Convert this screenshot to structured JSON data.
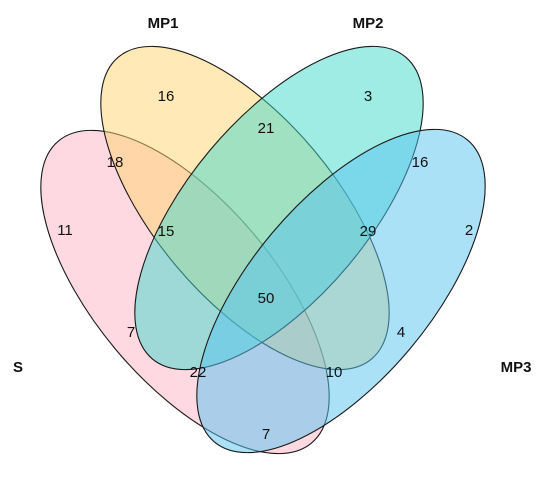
{
  "diagram": {
    "type": "venn",
    "sets": [
      {
        "id": "S",
        "label": "S",
        "color": "#FFB3C6"
      },
      {
        "id": "MP1",
        "label": "MP1",
        "color": "#FFD36E"
      },
      {
        "id": "MP2",
        "label": "MP2",
        "color": "#3FD9CB"
      },
      {
        "id": "MP3",
        "label": "MP3",
        "color": "#55C4F0"
      }
    ],
    "regions": [
      {
        "sets": [
          "MP1"
        ],
        "count": "16"
      },
      {
        "sets": [
          "MP2"
        ],
        "count": "3"
      },
      {
        "sets": [
          "S"
        ],
        "count": "11"
      },
      {
        "sets": [
          "MP3"
        ],
        "count": "2"
      },
      {
        "sets": [
          "S",
          "MP1"
        ],
        "count": "18"
      },
      {
        "sets": [
          "MP1",
          "MP2"
        ],
        "count": "21"
      },
      {
        "sets": [
          "MP2",
          "MP3"
        ],
        "count": "16"
      },
      {
        "sets": [
          "S",
          "MP1",
          "MP2"
        ],
        "count": "15"
      },
      {
        "sets": [
          "MP1",
          "MP2",
          "MP3"
        ],
        "count": "29"
      },
      {
        "sets": [
          "S",
          "MP1",
          "MP2",
          "MP3"
        ],
        "count": "50"
      },
      {
        "sets": [
          "S",
          "MP2"
        ],
        "count": "7"
      },
      {
        "sets": [
          "MP1",
          "MP3"
        ],
        "count": "4"
      },
      {
        "sets": [
          "S",
          "MP2",
          "MP3"
        ],
        "count": "22"
      },
      {
        "sets": [
          "S",
          "MP1",
          "MP3"
        ],
        "count": "10"
      },
      {
        "sets": [
          "S",
          "MP3"
        ],
        "count": "7"
      }
    ]
  }
}
